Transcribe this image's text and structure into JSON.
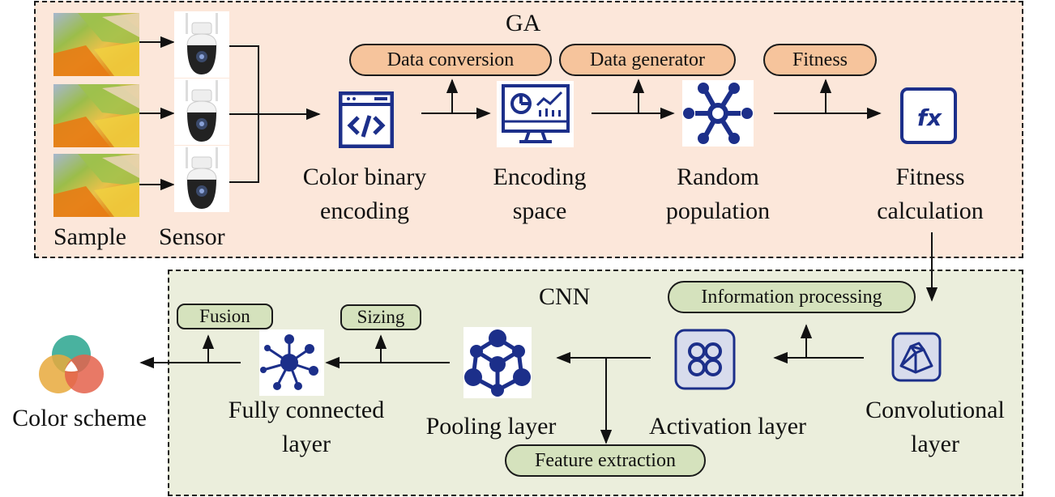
{
  "ga": {
    "title": "GA",
    "sample_label": "Sample",
    "sensor_label": "Sensor",
    "nodes": [
      {
        "id": "color-binary-encoding",
        "label_line1": "Color binary",
        "label_line2": "encoding",
        "icon": "code-window-icon"
      },
      {
        "id": "encoding-space",
        "label_line1": "Encoding",
        "label_line2": "space",
        "icon": "monitor-chart-icon"
      },
      {
        "id": "random-population",
        "label_line1": "Random",
        "label_line2": "population",
        "icon": "hub-network-icon"
      },
      {
        "id": "fitness-calculation",
        "label_line1": "Fitness",
        "label_line2": "calculation",
        "icon": "function-fx-icon"
      }
    ],
    "operations": {
      "data_conversion": "Data conversion",
      "data_generator": "Data generator",
      "fitness": "Fitness"
    },
    "colors": {
      "panel_bg": "#fce7da",
      "pill_bg": "#f6c49c"
    }
  },
  "cnn": {
    "title": "CNN",
    "nodes": [
      {
        "id": "convolutional-layer",
        "label_line1": "Convolutional",
        "label_line2": "layer",
        "icon": "pyramid-icon"
      },
      {
        "id": "activation-layer",
        "label": "Activation layer",
        "icon": "clover-icon"
      },
      {
        "id": "pooling-layer",
        "label": "Pooling layer",
        "icon": "molecule-icon"
      },
      {
        "id": "fully-connected-layer",
        "label_line1": "Fully connected",
        "label_line2": "layer",
        "icon": "starburst-network-icon"
      }
    ],
    "operations": {
      "information_processing": "Information processing",
      "feature_extraction": "Feature extraction",
      "sizing": "Sizing",
      "fusion": "Fusion"
    },
    "colors": {
      "panel_bg": "#ebeedc",
      "pill_bg": "#d5e2bd"
    }
  },
  "output": {
    "label": "Color scheme",
    "icon": "color-venn-icon",
    "colors": [
      "#3fae9a",
      "#e8a93c",
      "#e4614b"
    ]
  },
  "icon_color": "#1c2f8a"
}
